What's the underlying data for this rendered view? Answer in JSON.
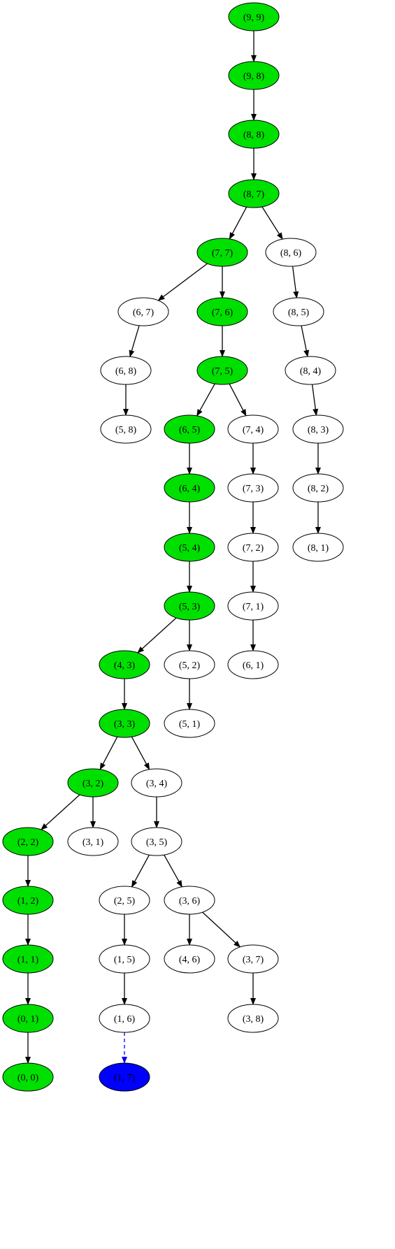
{
  "graph": {
    "colors": {
      "path": "#00e000",
      "target": "#0000ff",
      "default": "#ffffff",
      "stroke": "#000000",
      "dashed_edge": "#0000ff"
    },
    "nodes": [
      {
        "id": "n99",
        "label": "(9, 9)",
        "status": "path"
      },
      {
        "id": "n98",
        "label": "(9, 8)",
        "status": "path"
      },
      {
        "id": "n88",
        "label": "(8, 8)",
        "status": "path"
      },
      {
        "id": "n87",
        "label": "(8, 7)",
        "status": "path"
      },
      {
        "id": "n77",
        "label": "(7, 7)",
        "status": "path"
      },
      {
        "id": "n86",
        "label": "(8, 6)",
        "status": "default"
      },
      {
        "id": "n67",
        "label": "(6, 7)",
        "status": "default"
      },
      {
        "id": "n76",
        "label": "(7, 6)",
        "status": "path"
      },
      {
        "id": "n85",
        "label": "(8, 5)",
        "status": "default"
      },
      {
        "id": "n68",
        "label": "(6, 8)",
        "status": "default"
      },
      {
        "id": "n75",
        "label": "(7, 5)",
        "status": "path"
      },
      {
        "id": "n84",
        "label": "(8, 4)",
        "status": "default"
      },
      {
        "id": "n58",
        "label": "(5, 8)",
        "status": "default"
      },
      {
        "id": "n65",
        "label": "(6, 5)",
        "status": "path"
      },
      {
        "id": "n74",
        "label": "(7, 4)",
        "status": "default"
      },
      {
        "id": "n83",
        "label": "(8, 3)",
        "status": "default"
      },
      {
        "id": "n64",
        "label": "(6, 4)",
        "status": "path"
      },
      {
        "id": "n73",
        "label": "(7, 3)",
        "status": "default"
      },
      {
        "id": "n82",
        "label": "(8, 2)",
        "status": "default"
      },
      {
        "id": "n54",
        "label": "(5, 4)",
        "status": "path"
      },
      {
        "id": "n72",
        "label": "(7, 2)",
        "status": "default"
      },
      {
        "id": "n81",
        "label": "(8, 1)",
        "status": "default"
      },
      {
        "id": "n53",
        "label": "(5, 3)",
        "status": "path"
      },
      {
        "id": "n71",
        "label": "(7, 1)",
        "status": "default"
      },
      {
        "id": "n43",
        "label": "(4, 3)",
        "status": "path"
      },
      {
        "id": "n52",
        "label": "(5, 2)",
        "status": "default"
      },
      {
        "id": "n61",
        "label": "(6, 1)",
        "status": "default"
      },
      {
        "id": "n33",
        "label": "(3, 3)",
        "status": "path"
      },
      {
        "id": "n51",
        "label": "(5, 1)",
        "status": "default"
      },
      {
        "id": "n32",
        "label": "(3, 2)",
        "status": "path"
      },
      {
        "id": "n34",
        "label": "(3, 4)",
        "status": "default"
      },
      {
        "id": "n22",
        "label": "(2, 2)",
        "status": "path"
      },
      {
        "id": "n31",
        "label": "(3, 1)",
        "status": "default"
      },
      {
        "id": "n35",
        "label": "(3, 5)",
        "status": "default"
      },
      {
        "id": "n12",
        "label": "(1, 2)",
        "status": "path"
      },
      {
        "id": "n25",
        "label": "(2, 5)",
        "status": "default"
      },
      {
        "id": "n36",
        "label": "(3, 6)",
        "status": "default"
      },
      {
        "id": "n11",
        "label": "(1, 1)",
        "status": "path"
      },
      {
        "id": "n15",
        "label": "(1, 5)",
        "status": "default"
      },
      {
        "id": "n46",
        "label": "(4, 6)",
        "status": "default"
      },
      {
        "id": "n37",
        "label": "(3, 7)",
        "status": "default"
      },
      {
        "id": "n01",
        "label": "(0, 1)",
        "status": "path"
      },
      {
        "id": "n16",
        "label": "(1, 6)",
        "status": "default"
      },
      {
        "id": "n38",
        "label": "(3, 8)",
        "status": "default"
      },
      {
        "id": "n00",
        "label": "(0, 0)",
        "status": "path"
      },
      {
        "id": "n17",
        "label": "(1, 7)",
        "status": "target"
      }
    ],
    "edges": [
      {
        "from": "n99",
        "to": "n98"
      },
      {
        "from": "n98",
        "to": "n88"
      },
      {
        "from": "n88",
        "to": "n87"
      },
      {
        "from": "n87",
        "to": "n77"
      },
      {
        "from": "n87",
        "to": "n86"
      },
      {
        "from": "n77",
        "to": "n67"
      },
      {
        "from": "n77",
        "to": "n76"
      },
      {
        "from": "n86",
        "to": "n85"
      },
      {
        "from": "n67",
        "to": "n68"
      },
      {
        "from": "n76",
        "to": "n75"
      },
      {
        "from": "n85",
        "to": "n84"
      },
      {
        "from": "n68",
        "to": "n58"
      },
      {
        "from": "n75",
        "to": "n65"
      },
      {
        "from": "n75",
        "to": "n74"
      },
      {
        "from": "n84",
        "to": "n83"
      },
      {
        "from": "n65",
        "to": "n64"
      },
      {
        "from": "n74",
        "to": "n73"
      },
      {
        "from": "n83",
        "to": "n82"
      },
      {
        "from": "n64",
        "to": "n54"
      },
      {
        "from": "n73",
        "to": "n72"
      },
      {
        "from": "n82",
        "to": "n81"
      },
      {
        "from": "n54",
        "to": "n53"
      },
      {
        "from": "n72",
        "to": "n71"
      },
      {
        "from": "n53",
        "to": "n43"
      },
      {
        "from": "n53",
        "to": "n52"
      },
      {
        "from": "n71",
        "to": "n61"
      },
      {
        "from": "n43",
        "to": "n33"
      },
      {
        "from": "n52",
        "to": "n51"
      },
      {
        "from": "n33",
        "to": "n32"
      },
      {
        "from": "n33",
        "to": "n34"
      },
      {
        "from": "n32",
        "to": "n22"
      },
      {
        "from": "n32",
        "to": "n31"
      },
      {
        "from": "n34",
        "to": "n35"
      },
      {
        "from": "n22",
        "to": "n12"
      },
      {
        "from": "n35",
        "to": "n25"
      },
      {
        "from": "n35",
        "to": "n36"
      },
      {
        "from": "n12",
        "to": "n11"
      },
      {
        "from": "n25",
        "to": "n15"
      },
      {
        "from": "n36",
        "to": "n46"
      },
      {
        "from": "n36",
        "to": "n37"
      },
      {
        "from": "n11",
        "to": "n01"
      },
      {
        "from": "n15",
        "to": "n16"
      },
      {
        "from": "n37",
        "to": "n38"
      },
      {
        "from": "n01",
        "to": "n00"
      },
      {
        "from": "n16",
        "to": "n17",
        "style": "dashed"
      }
    ]
  }
}
